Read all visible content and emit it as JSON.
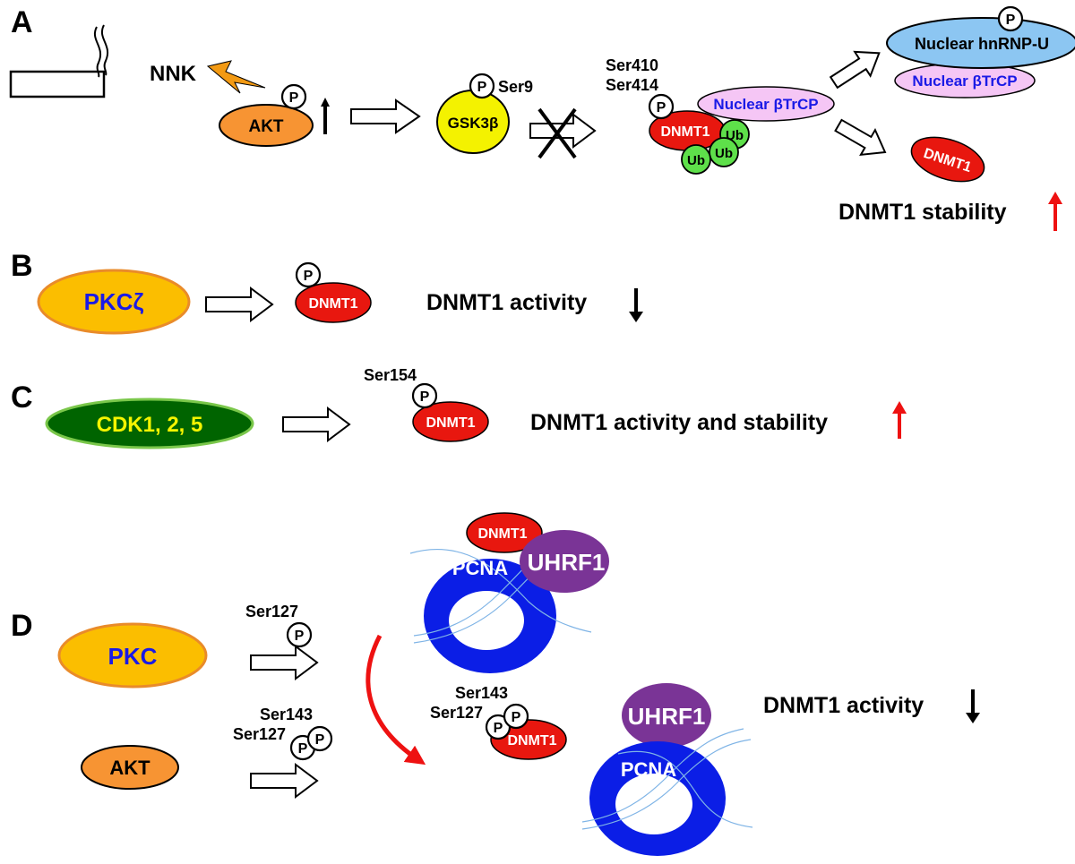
{
  "panels": {
    "a": "A",
    "b": "B",
    "c": "C",
    "d": "D"
  },
  "p_label": "P",
  "panel_a": {
    "nnk": "NNK",
    "akt": "AKT",
    "gsk": "GSK3β",
    "ser9": "Ser9",
    "ser410": "Ser410",
    "ser414": "Ser414",
    "nuclear_btrcp_1": "Nuclear βTrCP",
    "dnmt1_complex": "DNMT1",
    "ub": "Ub",
    "hnrnp": "Nuclear hnRNP-U",
    "nuclear_btrcp_2": "Nuclear βTrCP",
    "dnmt1_free": "DNMT1",
    "result": "DNMT1 stability"
  },
  "panel_b": {
    "pkc": "PKCζ",
    "dnmt1": "DNMT1",
    "result": "DNMT1 activity"
  },
  "panel_c": {
    "cdk": "CDK1, 2, 5",
    "ser154": "Ser154",
    "dnmt1": "DNMT1",
    "result": "DNMT1 activity and stability"
  },
  "panel_d": {
    "pkc": "PKC",
    "akt": "AKT",
    "ser127_top": "Ser127",
    "ser143_akt": "Ser143",
    "ser127_akt": "Ser127",
    "dnmt1_top": "DNMT1",
    "pcna_top": "PCNA",
    "uhrf1_top": "UHRF1",
    "ser143_mid": "Ser143",
    "ser127_mid": "Ser127",
    "dnmt1_mid": "DNMT1",
    "uhrf1_bottom": "UHRF1",
    "pcna_bottom": "PCNA",
    "result": "DNMT1 activity"
  },
  "colors": {
    "akt_orange": "#f79433",
    "gsk_yellow": "#f4f200",
    "dnmt1_red": "#e8170f",
    "ub_green": "#5ee04a",
    "btrcp_pink": "#f5c6f5",
    "hnrnp_blue": "#8cc6f2",
    "pkc_gold": "#fbbe00",
    "cdk_green": "#006400",
    "pcna_blue": "#0b1ee6",
    "uhrf1_purple": "#7a3496",
    "up_red": "#ee1111",
    "bolt": "#f39a13"
  }
}
